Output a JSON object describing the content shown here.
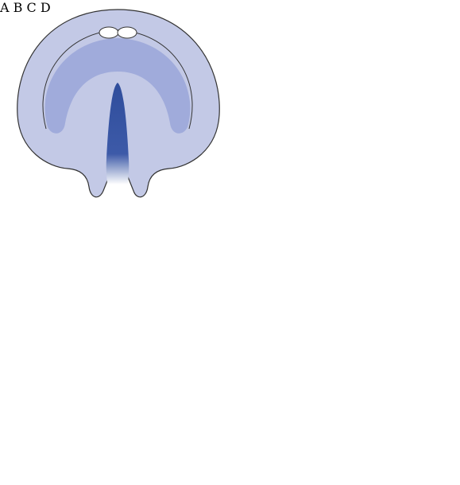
{
  "panels": [
    {
      "id": "a",
      "label": "A"
    },
    {
      "id": "b",
      "label": "B"
    },
    {
      "id": "c",
      "label": "C"
    },
    {
      "id": "d",
      "label": "D"
    }
  ],
  "colors": {
    "palate_outer": "#c3c9e6",
    "palate_inner": "#9aa6d8",
    "cleft": "#2f4d9c",
    "muscle": "#5a6fb8",
    "suture": "#2a3f8e",
    "outline": "#333333",
    "white_area": "#f4f5fb",
    "grey_flap": "#c8c8c8"
  }
}
